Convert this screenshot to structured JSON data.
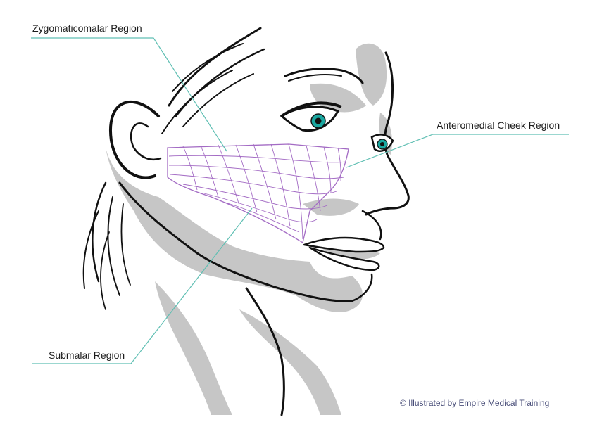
{
  "labels": {
    "zygomaticomalar": "Zygomaticomalar Region",
    "anteromedial": "Anteromedial Cheek Region",
    "submalar": "Submalar Region"
  },
  "credit": "© Illustrated by Empire Medical Training",
  "colors": {
    "leader": "#5fbfb3",
    "mesh": "#a36bc4",
    "shade": "#c6c6c6",
    "ink": "#111111",
    "iris": "#1aa7a0",
    "credit": "#4a4f7a"
  }
}
